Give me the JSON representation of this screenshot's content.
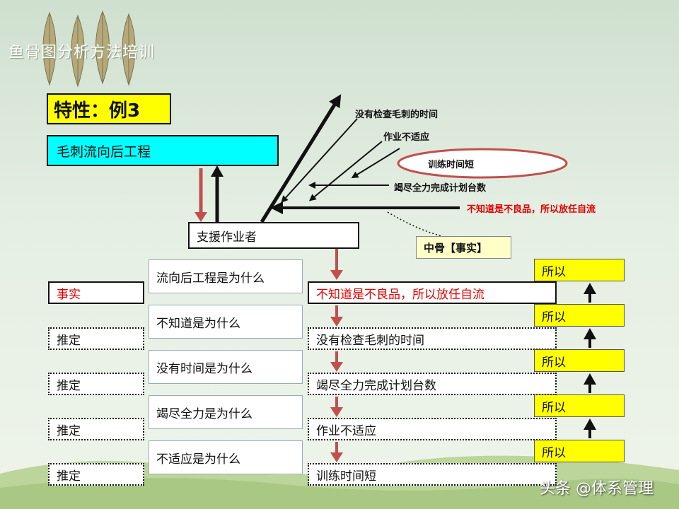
{
  "page": {
    "title": "鱼骨图分析方法培训",
    "watermark": "头条 @体系管理"
  },
  "diagram": {
    "example_label": "特性：例3",
    "effect_box": "毛刺流向后工程",
    "actor_box": "支援作业者",
    "mid_bone_tag": "中骨【事实】",
    "fishbone_labels": [
      "没有检查毛刺的时间",
      "作业不适应",
      "训练时间短",
      "竭尽全力完成计划台数",
      "不知道是不良品，所以放任自流"
    ],
    "fact_label": "事实",
    "presume_label": "推定",
    "why_questions": [
      "流向后工程是为什么",
      "不知道是为什么",
      "没有时间是为什么",
      "竭尽全力是为什么",
      "不适应是为什么"
    ],
    "answers": [
      "不知道是不良品，所以放任自流",
      "没有检查毛刺的时间",
      "竭尽全力完成计划台数",
      "作业不适应",
      "训练时间短"
    ],
    "therefore_label": "所以"
  },
  "colors": {
    "cyan": "#00ffff",
    "yellow": "#ffff00",
    "red_arrow": "#c0504d",
    "highlight_red": "#e00000"
  }
}
